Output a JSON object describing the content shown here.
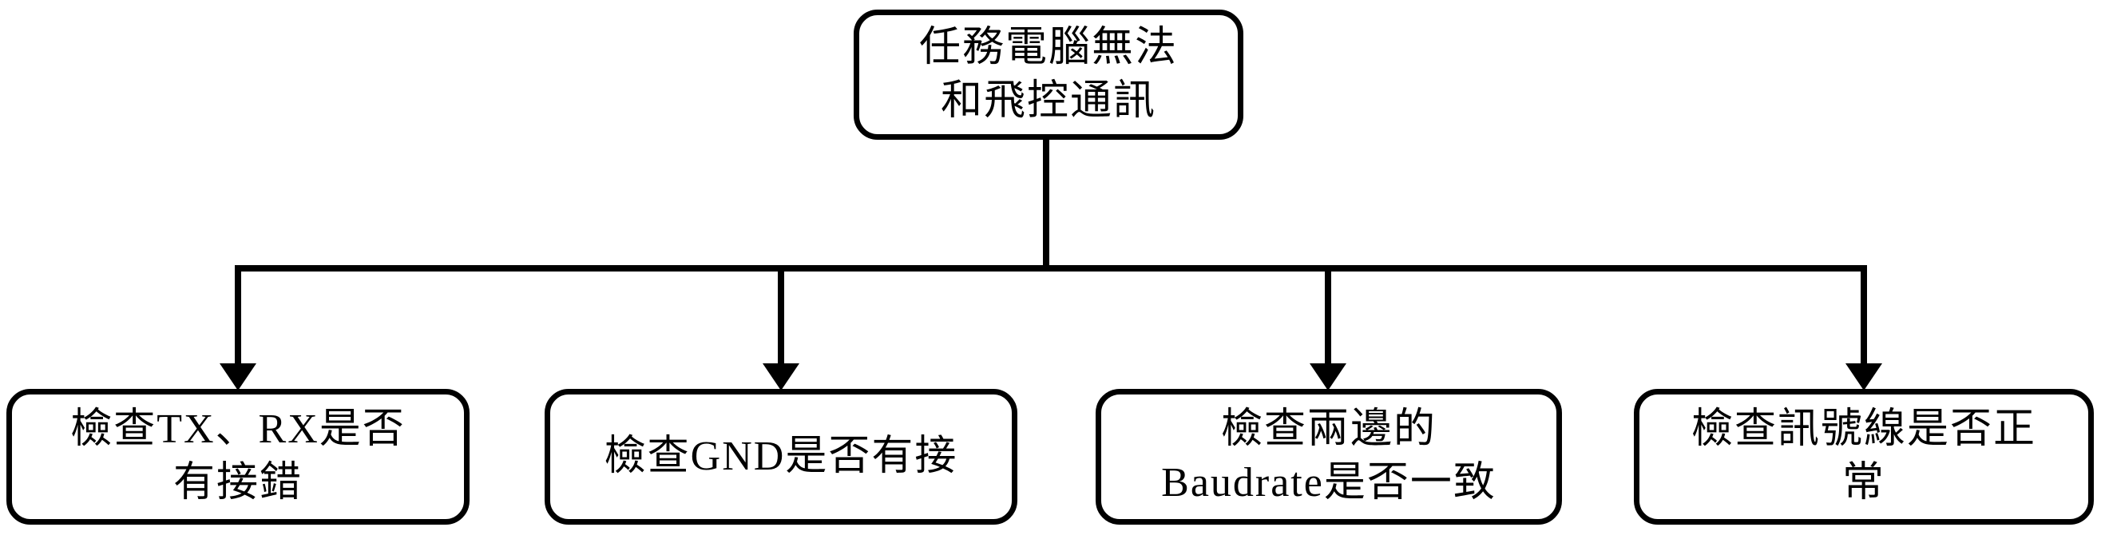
{
  "diagram": {
    "type": "flowchart",
    "root": {
      "line1": "任務電腦無法",
      "line2": "和飛控通訊"
    },
    "children": [
      {
        "line1": "檢查TX、RX是否",
        "line2": "有接錯"
      },
      {
        "line1": "檢查GND是否有接",
        "line2": ""
      },
      {
        "line1": "檢查兩邊的",
        "line2": "Baudrate是否一致"
      },
      {
        "line1": "檢查訊號線是否正",
        "line2": "常"
      }
    ],
    "colors": {
      "line": "#000000",
      "border": "#000000",
      "background": "#ffffff",
      "text": "#000000"
    }
  }
}
